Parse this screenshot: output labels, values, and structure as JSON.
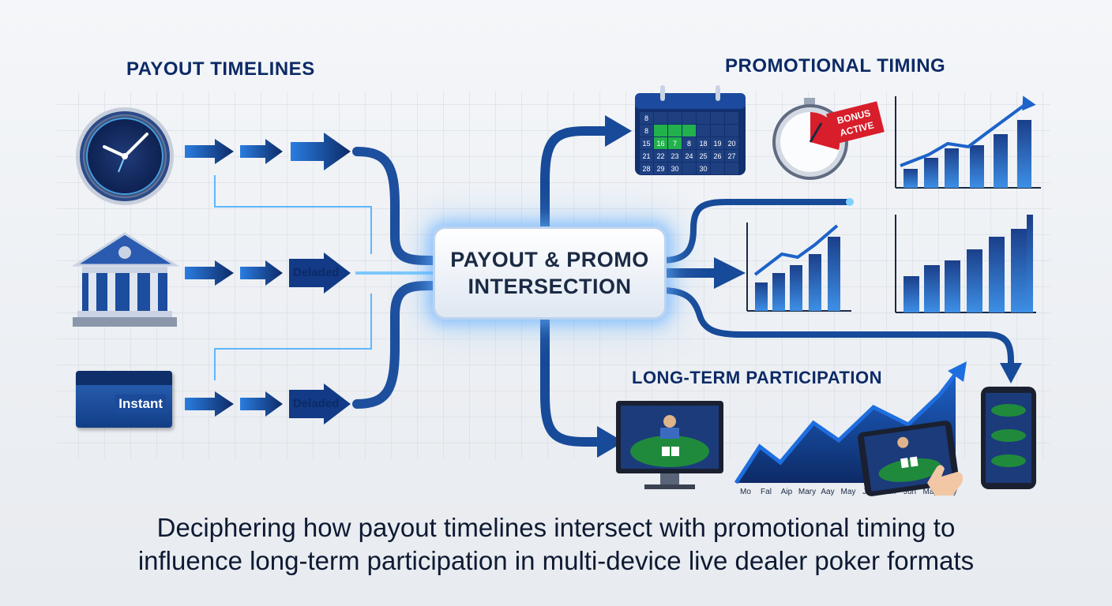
{
  "sections": {
    "payout_timelines": "PAYOUT TIMELINES",
    "promotional_timing": "PROMOTIONAL TIMING",
    "long_term_participation": "LONG-TERM PARTICIPATION"
  },
  "hub": {
    "line1": "PAYOUT & PROMO",
    "line2": "INTERSECTION"
  },
  "payout_rows": [
    {
      "icon": "clock-icon",
      "label": ""
    },
    {
      "icon": "bank-icon",
      "label": "Deladed"
    },
    {
      "icon": "card-icon",
      "card_text": "Instant",
      "label": "Deladed"
    }
  ],
  "badge": {
    "line1": "BONUS",
    "line2": "ACTIVE"
  },
  "calendar": {
    "days": [
      "8",
      "",
      "",
      "",
      "",
      "",
      "",
      "8",
      "",
      "",
      "",
      "",
      "",
      "",
      "15",
      "16",
      "7",
      "8",
      "18",
      "19",
      "20",
      "21",
      "22",
      "23",
      "24",
      "25",
      "26",
      "27",
      "28",
      "29",
      "30",
      "",
      "30",
      "",
      ""
    ],
    "highlight_color": "#22b14c"
  },
  "chart_months": [
    "Mo",
    "Fal",
    "Aip",
    "Mary",
    "Aay",
    "May",
    "Jay",
    "Jun",
    "Jun",
    "May",
    "Jay"
  ],
  "caption": {
    "line1": "Deciphering how payout timelines intersect with promotional timing to",
    "line2": "influence long-term participation in multi-device live dealer poker formats"
  },
  "colors": {
    "navy": "#0d2a66",
    "blue": "#1f5fbf",
    "glow": "#5ab0ff",
    "red": "#d81e2a"
  }
}
